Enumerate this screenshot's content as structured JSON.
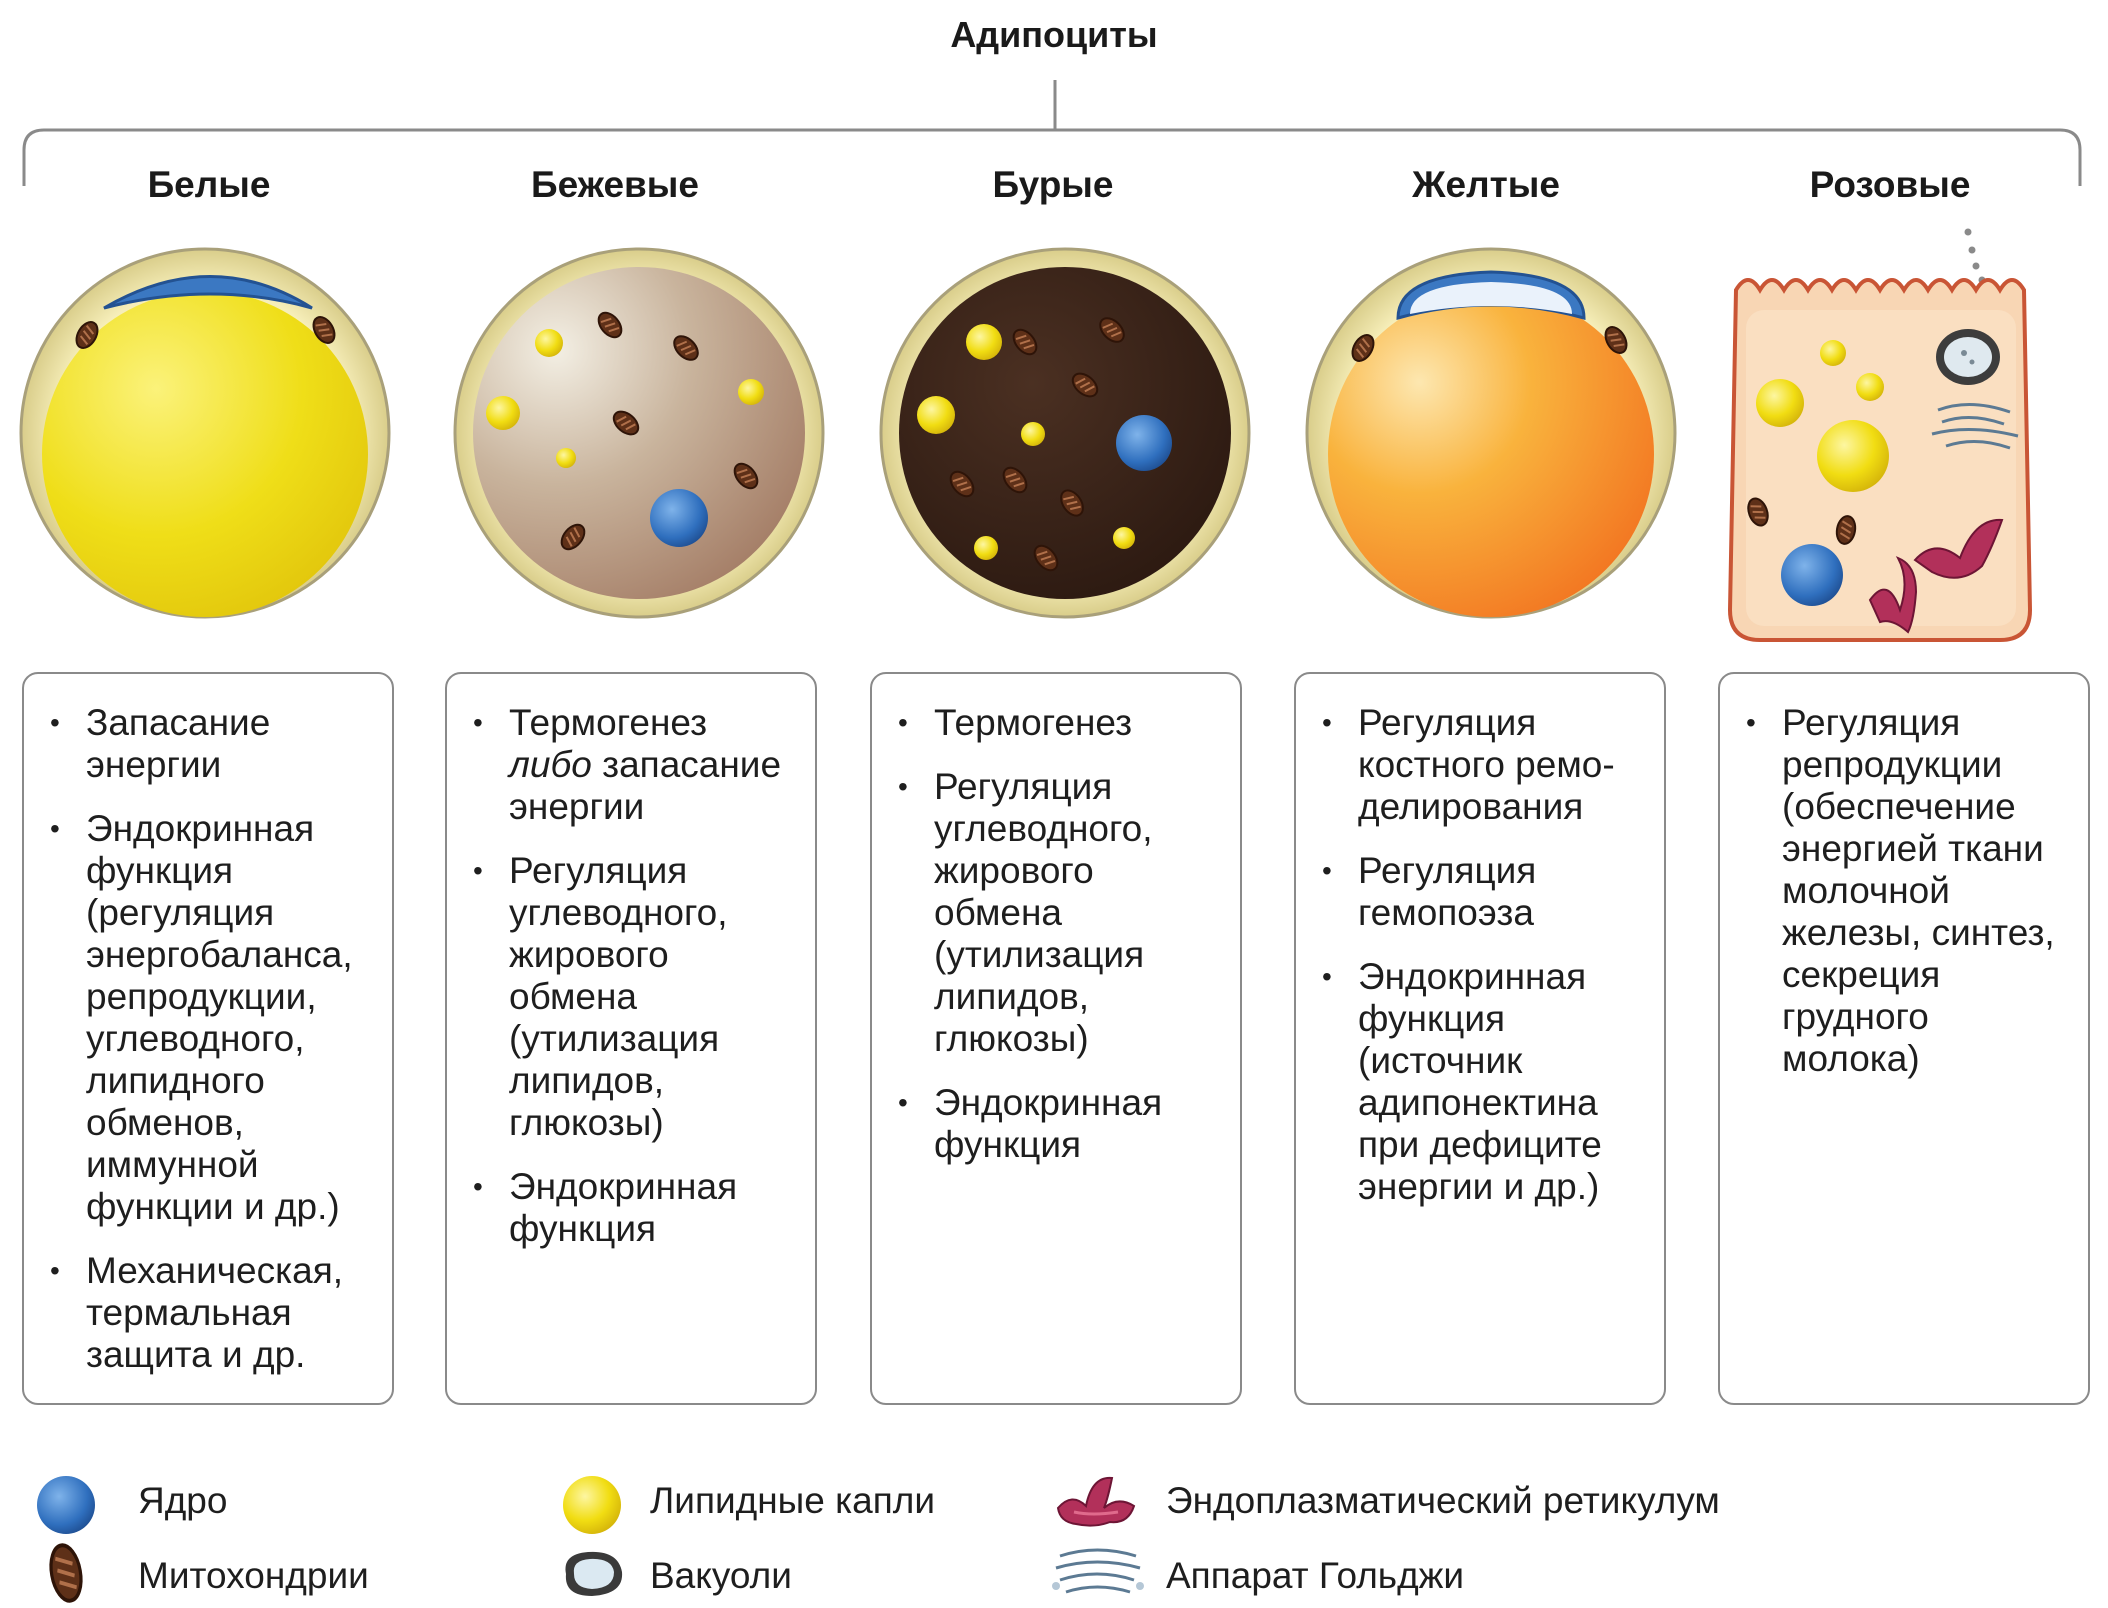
{
  "title": "Адипоциты",
  "columns": [
    {
      "name": "Белые",
      "items": [
        "Запасание энергии",
        "Эндокринная функция (регуляция энергобаланса, репродукции, углеводного, липидного обменов, иммунной функции и др.)",
        "Механическая, термальная защита и др."
      ]
    },
    {
      "name": "Бежевые",
      "items": [
        {
          "before": "Термогенез ",
          "em": "либо",
          "after": " запасание энергии"
        },
        "Регуляция углеводного, жирового обмена (утилизация липидов, глюкозы)",
        "Эндокринная функция"
      ]
    },
    {
      "name": "Бурые",
      "items": [
        "Термогенез",
        "Регуляция углеводного, жирового обмена (утилизация липидов, глюкозы)",
        "Эндокринная функция"
      ]
    },
    {
      "name": "Желтые",
      "items": [
        "Регуляция костного ремо- делирования",
        "Регуляция гемопоэза",
        "Эндокринная функция (источник адипонектина при дефиците энергии и др.)"
      ]
    },
    {
      "name": "Розовые",
      "items": [
        "Регуляция репродукции (обеспечение энергией ткани молочной железы, синтез, секреция грудного молока)"
      ]
    }
  ],
  "legend": {
    "nucleus": "Ядро",
    "mitochondria": "Митохондрии",
    "lipid_droplets": "Липидные капли",
    "vacuoles": "Вакуоли",
    "er": "Эндоплазматический ретикулум",
    "golgi": "Аппарат Гольджи"
  },
  "colors": {
    "membrane": "#f3eab0",
    "membrane_border": "#aaa27a",
    "white_lipid": "#f2e41c",
    "beige_cytoplasm": "#b89a83",
    "brown_cytoplasm": "#3a2418",
    "yellow_lipid": "#f6a523",
    "pink_cell": "#f7d2b0",
    "pink_border": "#c65436",
    "nucleus": "#3a7bc4",
    "lipid": "#f2e019",
    "mitochondria": "#6a3820",
    "er": "#b3305b"
  }
}
